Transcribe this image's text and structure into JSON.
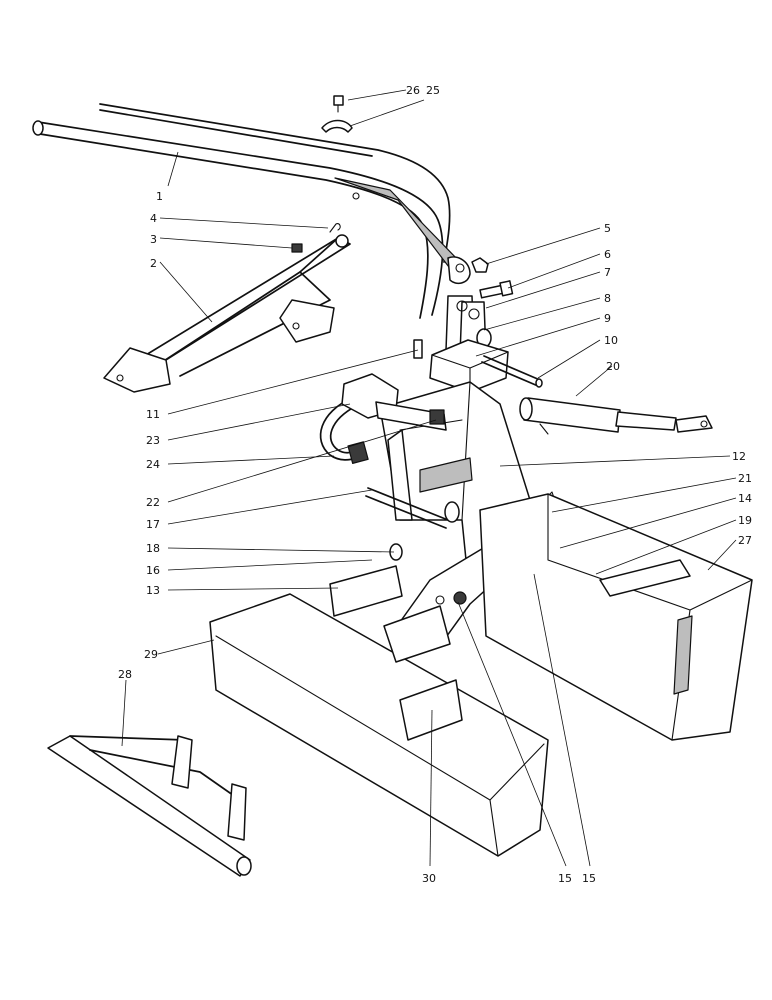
{
  "callouts": [
    "1",
    "2",
    "3",
    "4",
    "5",
    "6",
    "7",
    "8",
    "9",
    "10",
    "11",
    "12",
    "13",
    "14",
    "15",
    "15",
    "16",
    "17",
    "18",
    "19",
    "20",
    "21",
    "22",
    "23",
    "24",
    "25",
    "26",
    "27",
    "28",
    "29",
    "30"
  ],
  "colors": {
    "ink": "#111111",
    "shade": "#bdbdbd",
    "dark": "#3a3a3a",
    "background": "#ffffff"
  }
}
